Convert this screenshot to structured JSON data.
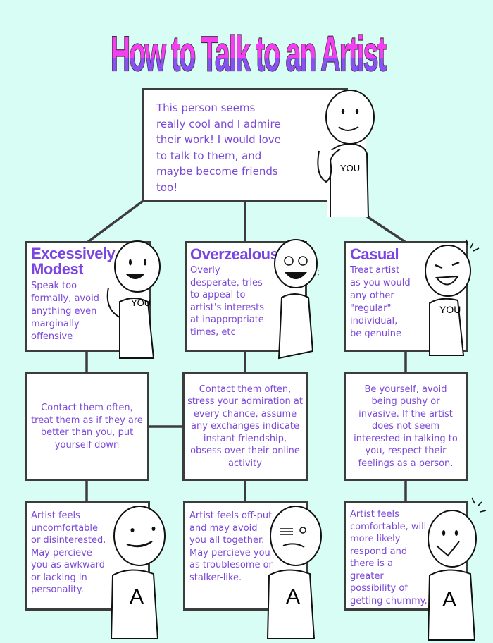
{
  "title": "How to Talk to an Artist",
  "colors": {
    "background": "#d8fdf4",
    "title_top": "#f53ef2",
    "title_bottom": "#8b4ff5",
    "text": "#7a48d8",
    "border": "#3c3c3c"
  },
  "top_box": {
    "text": "This person seems really cool and I admire their work! I would love to talk to them, and maybe become friends too!",
    "figure_label": "YOU"
  },
  "columns": [
    {
      "heading": "Excessively Modest",
      "heading_line1": "Excessively",
      "heading_line2": "Modest",
      "approach": "Speak too formally, avoid anything even marginally offensive",
      "behavior": "Contact them often, treat them as if they are better than you, put yourself down",
      "outcome": "Artist feels uncomfortable or disinterested. May percieve you as awkward or lacking in personality.",
      "you_label": "YOU",
      "artist_label": "A"
    },
    {
      "heading": "Overzealous",
      "approach": "Overly desperate, tries to appeal to artist's interests at inappropriate times, etc",
      "behavior": "Contact them often, stress your admiration at every chance, assume any exchanges indicate instant friendship, obsess over their online activity",
      "outcome": "Artist feels off-put and may avoid you all together. May percieve you as troublesome or stalker-like.",
      "artist_label": "A"
    },
    {
      "heading": "Casual",
      "approach": "Treat artist as you would any other \"regular\" individual, be genuine",
      "behavior": "Be yourself, avoid being pushy or invasive. If the artist does not seem interested in talking to you, respect their feelings as a person.",
      "outcome": "Artist feels comfortable, will more likely respond and there is a greater possibility of getting chummy.",
      "you_label": "YOU",
      "artist_label": "A"
    }
  ]
}
